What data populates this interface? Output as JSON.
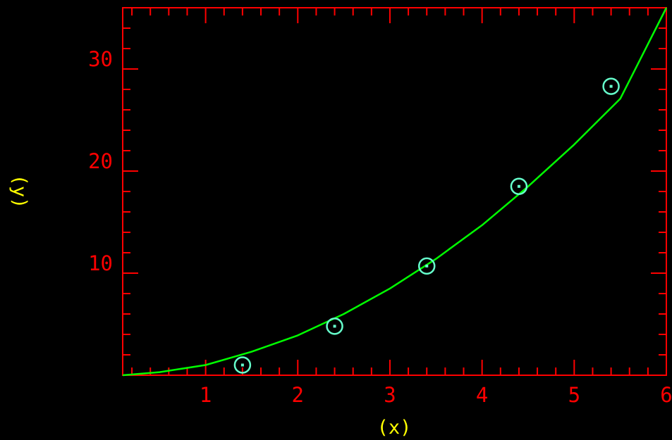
{
  "chart_data": {
    "type": "scatter",
    "xlabel": "(x)",
    "ylabel": "(y)",
    "xlim": [
      0.1,
      6.0
    ],
    "ylim": [
      0,
      36
    ],
    "x_ticks": [
      "1",
      "2",
      "3",
      "4",
      "5",
      "6"
    ],
    "y_ticks": [
      "10",
      "20",
      "30"
    ],
    "x_tick_values": [
      1,
      2,
      3,
      4,
      5,
      6
    ],
    "y_tick_values": [
      10,
      20,
      30
    ],
    "series": [
      {
        "type": "scatter",
        "marker": "circle-dot",
        "x": [
          1.4,
          2.4,
          3.4,
          4.4,
          5.4
        ],
        "y": [
          1.0,
          4.8,
          10.7,
          18.5,
          28.3
        ]
      },
      {
        "type": "line",
        "x": [
          0.1,
          0.5,
          1.0,
          1.5,
          2.0,
          2.5,
          3.0,
          3.5,
          4.0,
          4.5,
          5.0,
          5.5,
          6.0
        ],
        "y": [
          0.0,
          0.3,
          1.0,
          2.3,
          3.9,
          6.0,
          8.5,
          11.4,
          14.7,
          18.5,
          22.6,
          27.1,
          36.0
        ]
      }
    ],
    "grid": false,
    "colors": {
      "background": "#000000",
      "axes": "#ff0000",
      "axis_title": "#ffff00",
      "markers": "#66ffcc",
      "fit_line": "#00ff00"
    }
  }
}
